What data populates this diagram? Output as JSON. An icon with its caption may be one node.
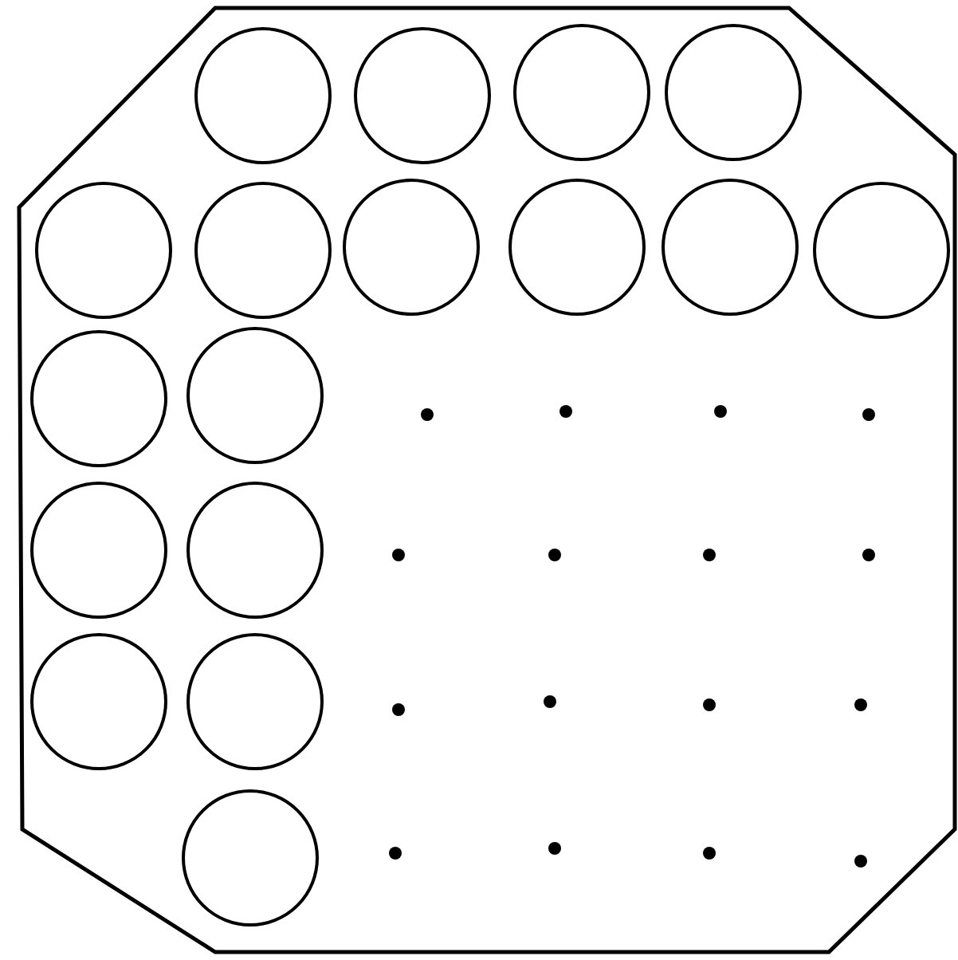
{
  "diagram": {
    "nodes": [
      {
        "text": [],
        "shape": "octagon"
      },
      {
        "text": [],
        "shape": "circle",
        "in": 0
      },
      {
        "text": [],
        "shape": "circle",
        "in": 0
      },
      {
        "text": [],
        "shape": "circle",
        "in": 0
      },
      {
        "text": [],
        "shape": "circle",
        "in": 0
      },
      {
        "text": [],
        "shape": "circle",
        "in": 0
      },
      {
        "text": [],
        "shape": "circle",
        "in": 0
      },
      {
        "text": [],
        "shape": "circle",
        "in": 0
      },
      {
        "text": [],
        "shape": "circle",
        "in": 0
      },
      {
        "text": [],
        "shape": "circle",
        "in": 0
      },
      {
        "text": [],
        "shape": "circle",
        "in": 0
      },
      {
        "text": [],
        "shape": "circle",
        "in": 0
      },
      {
        "text": [],
        "shape": "circle",
        "in": 0
      },
      {
        "text": [],
        "shape": "circle",
        "in": 0
      },
      {
        "text": [],
        "shape": "circle",
        "in": 0
      },
      {
        "text": [],
        "shape": "circle",
        "in": 0
      },
      {
        "text": [],
        "shape": "circle",
        "in": 0
      },
      {
        "text": [],
        "shape": "circle",
        "in": 0
      },
      {
        "text": [],
        "shape": "dot",
        "in": 0
      },
      {
        "text": [],
        "shape": "dot",
        "in": 0
      },
      {
        "text": [],
        "shape": "dot",
        "in": 0
      },
      {
        "text": [],
        "shape": "dot",
        "in": 0
      },
      {
        "text": [],
        "shape": "dot",
        "in": 0
      },
      {
        "text": [],
        "shape": "dot",
        "in": 0
      },
      {
        "text": [],
        "shape": "dot",
        "in": 0
      },
      {
        "text": [],
        "shape": "dot",
        "in": 0
      },
      {
        "text": [],
        "shape": "dot",
        "in": 0
      },
      {
        "text": [],
        "shape": "dot",
        "in": 0
      },
      {
        "text": [],
        "shape": "dot",
        "in": 0
      },
      {
        "text": [],
        "shape": "dot",
        "in": 0
      },
      {
        "text": [],
        "shape": "dot",
        "in": 0
      },
      {
        "text": [],
        "shape": "dot",
        "in": 0
      },
      {
        "text": [],
        "shape": "dot",
        "in": 0
      },
      {
        "text": [],
        "shape": "dot",
        "in": 0
      }
    ]
  }
}
